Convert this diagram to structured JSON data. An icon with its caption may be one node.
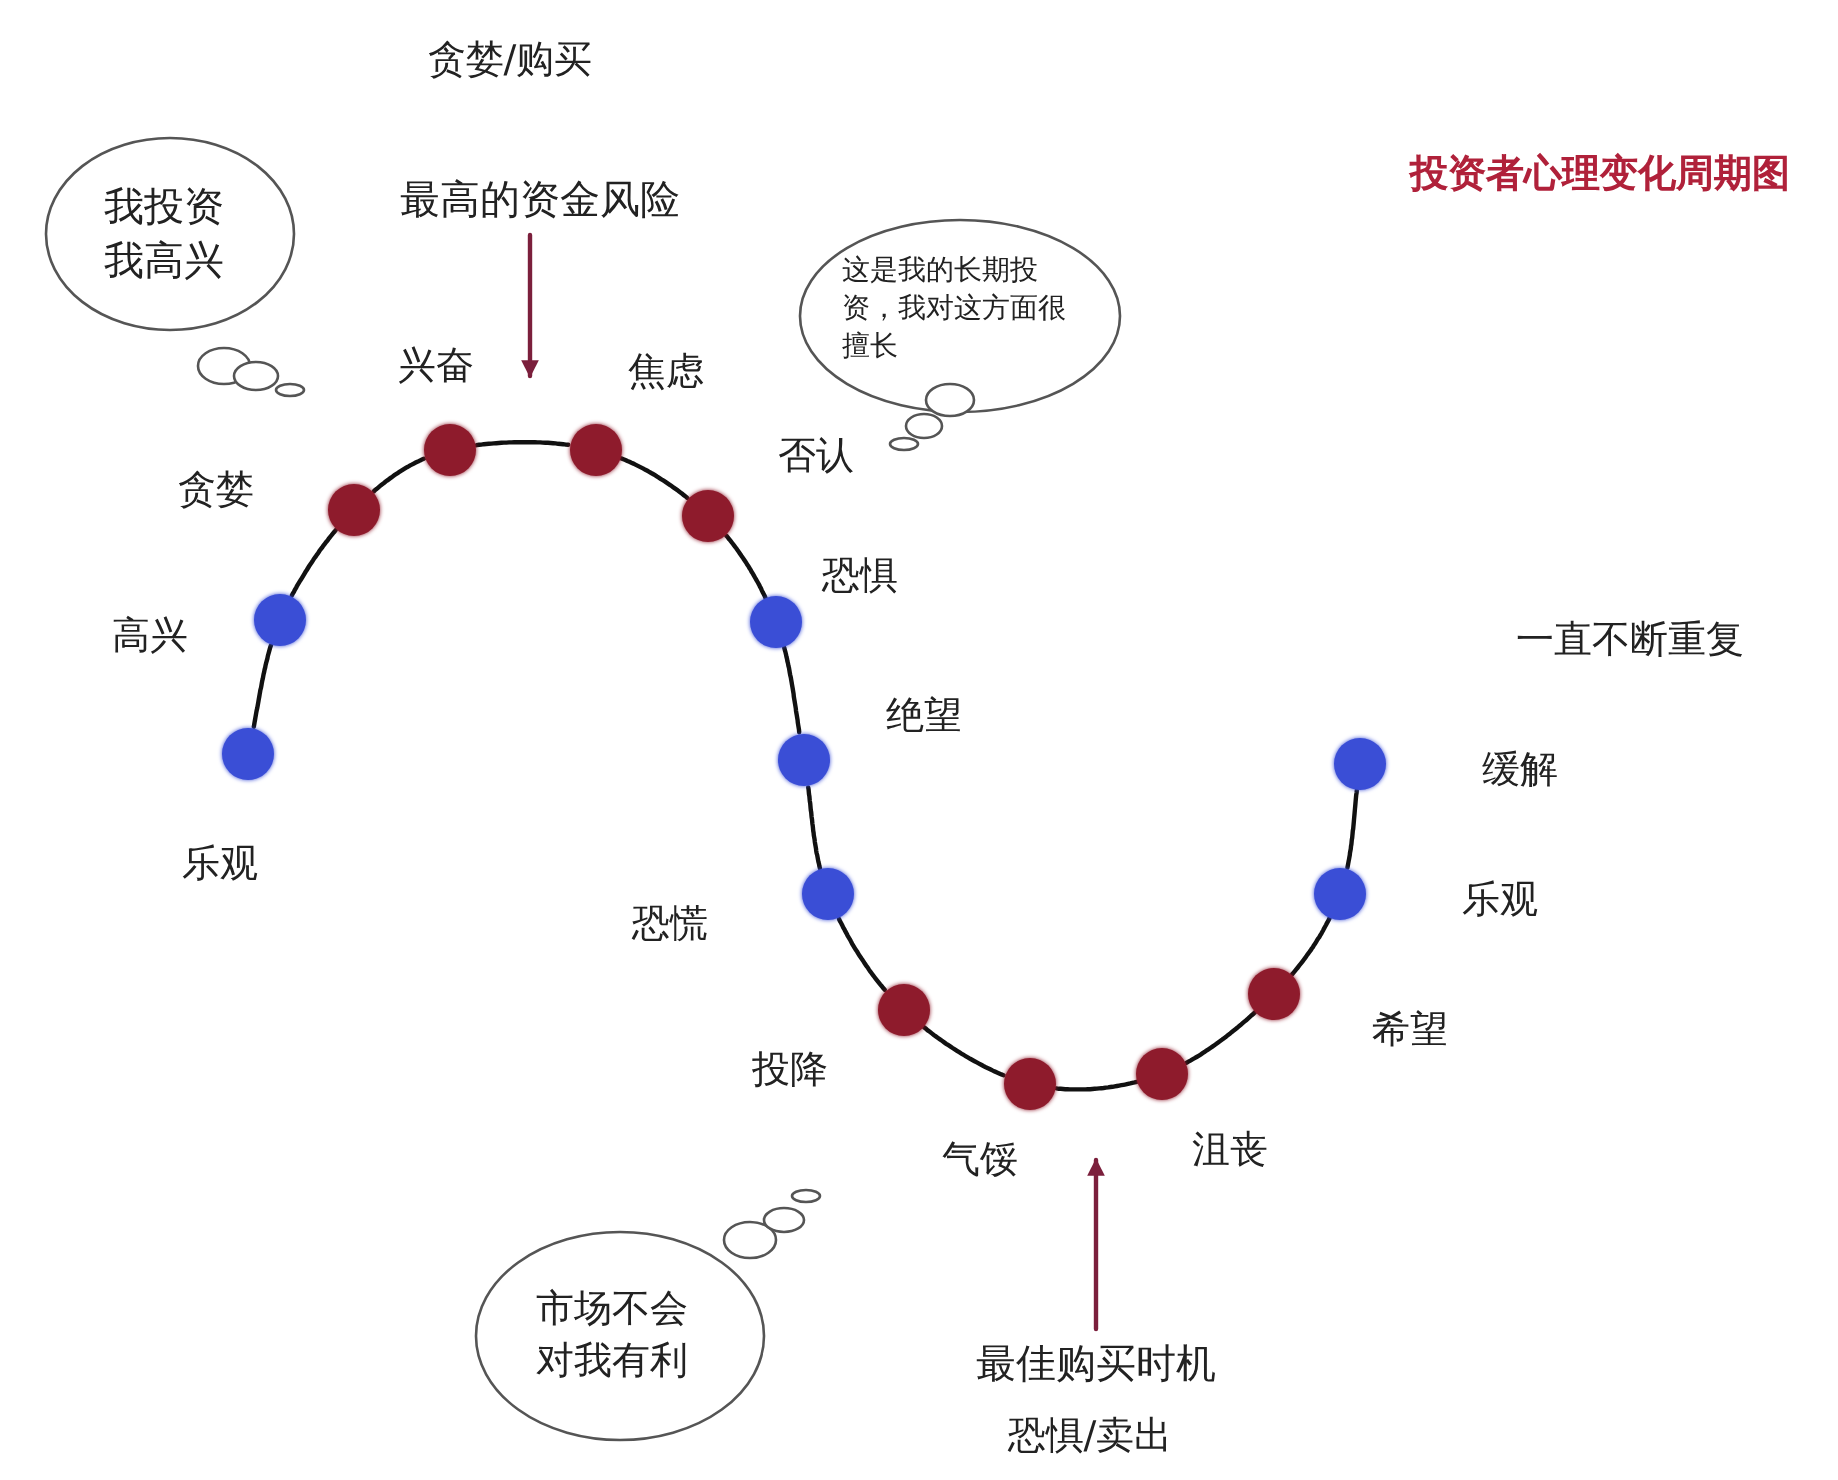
{
  "diagram": {
    "title": "投资者心理变化周期图",
    "nodes": [
      {
        "text": [
          "我投资我高兴"
        ]
      },
      {
        "text": [
          "最高的资金风险"
        ]
      },
      {
        "text": [
          "这是我的长期投资，我对这方面很擅长"
        ]
      },
      {
        "text": [],
        "shape": "circle",
        "beside": [
          "乐观"
        ]
      },
      {
        "text": [],
        "shape": "circle",
        "beside": [
          "高兴"
        ]
      },
      {
        "text": [],
        "shape": "circle",
        "beside": [
          "贪婪"
        ]
      },
      {
        "text": [],
        "shape": "circle",
        "beside": [
          "兴奋"
        ]
      },
      {
        "text": [],
        "shape": "circle",
        "beside": [
          "焦虑"
        ]
      },
      {
        "text": [],
        "shape": "circle",
        "beside": [
          "否认"
        ]
      },
      {
        "text": [],
        "shape": "circle",
        "beside": [
          "恐惧"
        ]
      },
      {
        "text": [],
        "shape": "circle",
        "beside": [
          "绝望"
        ]
      },
      {
        "text": [],
        "shape": "circle",
        "beside": [
          "恐慌"
        ]
      },
      {
        "text": [],
        "shape": "circle",
        "beside": [
          "投降"
        ]
      },
      {
        "text": [],
        "shape": "circle",
        "beside": [
          "气馁"
        ]
      },
      {
        "text": [],
        "shape": "circle",
        "beside": [
          "沮丧"
        ]
      },
      {
        "text": [],
        "shape": "circle",
        "beside": [
          "希望"
        ]
      },
      {
        "text": [],
        "shape": "circle",
        "beside": [
          "乐观"
        ]
      },
      {
        "text": [],
        "shape": "circle",
        "beside": [
          "缓解"
        ]
      },
      {
        "text": [
          "最佳购买时机"
        ]
      },
      {
        "text": [
          "市场不会对我有利"
        ]
      }
    ],
    "edges": [
      {
        "from": 3,
        "to": 4,
        "arrow": "none"
      },
      {
        "from": 4,
        "to": 5,
        "arrow": "none"
      },
      {
        "from": 5,
        "to": 6,
        "arrow": "none"
      },
      {
        "from": 6,
        "to": 7,
        "arrow": "none"
      },
      {
        "from": 7,
        "to": 8,
        "arrow": "none"
      },
      {
        "from": 8,
        "to": 9,
        "arrow": "none"
      },
      {
        "from": 9,
        "to": 10,
        "arrow": "none"
      },
      {
        "from": 10,
        "to": 11,
        "arrow": "none"
      },
      {
        "from": 11,
        "to": 12,
        "arrow": "none"
      },
      {
        "from": 12,
        "to": 13,
        "arrow": "none"
      },
      {
        "from": 13,
        "to": 14,
        "arrow": "none"
      },
      {
        "from": 14,
        "to": 15,
        "arrow": "none"
      },
      {
        "from": 15,
        "to": 16,
        "arrow": "none"
      },
      {
        "from": 16,
        "to": 17,
        "arrow": "none"
      },
      {
        "from": 1,
        "to": null,
        "arrow": "to",
        "color": "#7b1f3c"
      },
      {
        "from": 18,
        "to": null,
        "arrow": "to",
        "color": "#7b1f3c"
      }
    ],
    "labels": [
      "贪婪/购买",
      "一直不断重复",
      "恐惧/卖出"
    ]
  }
}
